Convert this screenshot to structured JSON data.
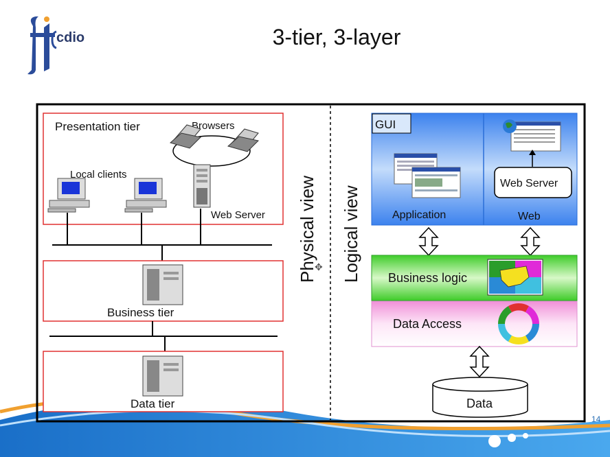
{
  "slide": {
    "title": "3-tier, 3-layer",
    "logo_text": "cdio",
    "page_number": "14"
  },
  "physical": {
    "view_label": "Physical view",
    "presentation_tier": "Presentation tier",
    "browsers": "Browsers",
    "local_clients": "Local clients",
    "web_server": "Web Server",
    "business_tier": "Business tier",
    "data_tier": "Data tier"
  },
  "logical": {
    "view_label": "Logical view",
    "gui": "GUI",
    "application": "Application",
    "web": "Web",
    "web_server": "Web Server",
    "business_logic": "Business logic",
    "data_access": "Data Access",
    "data": "Data"
  },
  "colors": {
    "tier_border": "#e03030",
    "gui_blue": "#5fa0f0",
    "business_green": "#7ee05a",
    "data_pink": "#f5b8e8",
    "wave_blue": "#1f7fd6",
    "wave_orange": "#f0a030"
  }
}
